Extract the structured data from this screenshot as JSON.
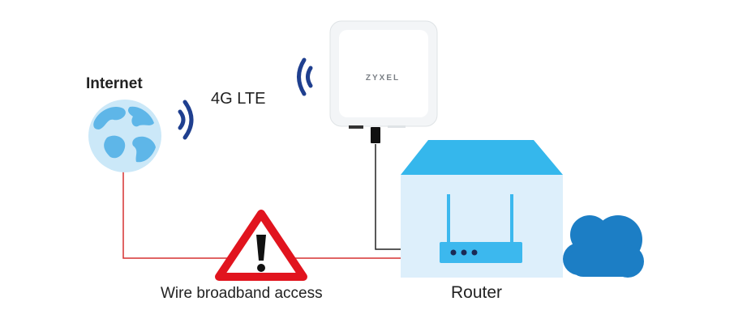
{
  "labels": {
    "internet": "Internet",
    "lte": "4G LTE",
    "wire": "Wire broadband access",
    "router": "Router"
  },
  "device_brand": "ZYXEL",
  "icons": [
    "globe-icon",
    "wifi-signal-icon",
    "lte-device-icon",
    "warning-icon",
    "house-icon",
    "router-icon",
    "cloud-icon"
  ],
  "colors": {
    "globe": "#5eb6e8",
    "globe_bg": "#cbe8f8",
    "signal": "#1f3f8f",
    "warning": "#e1141e",
    "wire": "#d53030",
    "cable": "#222222",
    "house_roof": "#35b7ec",
    "house_wall": "#ddeffb",
    "router": "#3cb8ee",
    "cloud": "#1c7ec5"
  }
}
